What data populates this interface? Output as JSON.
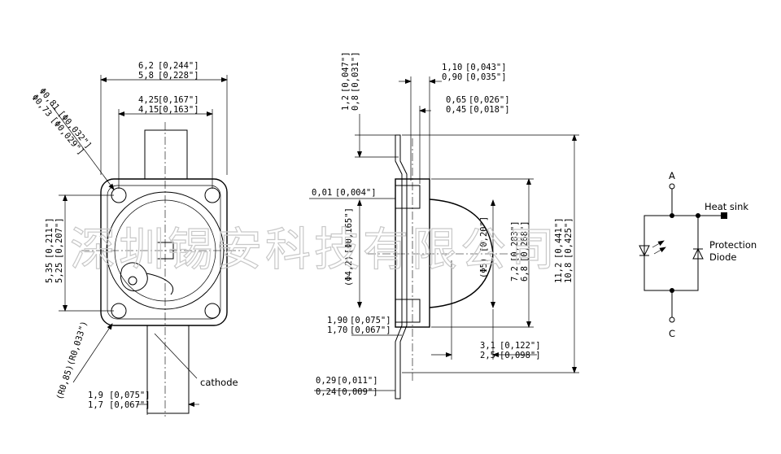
{
  "watermark": "深圳锡安科技有限公司",
  "front_view": {
    "width_outer": [
      "6,2",
      "[0,244\"]",
      "5,8",
      "[0,228\"]"
    ],
    "width_inner": [
      "4,25",
      "[0,167\"]",
      "4,15",
      "[0,163\"]"
    ],
    "hole_dia": [
      "Φ0,81",
      "Φ0,73",
      "[Φ0,032\"]",
      "[Φ0,029\"]"
    ],
    "height": [
      "5,35",
      "[0,211\"]",
      "5,25",
      "[0,207\"]"
    ],
    "radius": "(R0,85)(R0,033\")",
    "lead_width": [
      "1,9",
      "[0,075\"]",
      "1,7",
      "[0,067\"]"
    ],
    "cathode_label": "cathode"
  },
  "side_view": {
    "top_thk": [
      "1,2",
      "[0,047\"]",
      "0,8",
      "[0,031\"]"
    ],
    "flange_w": [
      "1,10",
      "[0,043\"]",
      "0,90",
      "[0,035\"]"
    ],
    "step_w": [
      "0,65",
      "[0,026\"]",
      "0,45",
      "[0,018\"]"
    ],
    "flatness": [
      "0,01",
      "[0,004\"]"
    ],
    "inner_dia": [
      "(Φ4,2)",
      "[Φ0,165\"]"
    ],
    "lens_dia": [
      "(Φ5)",
      "[0,20\"]"
    ],
    "body_h": [
      "7,2",
      "[0,283\"]",
      "6,8",
      "[0,268\"]"
    ],
    "total_h": [
      "11,2",
      "[0,441\"]",
      "10,8",
      "[0,425\"]"
    ],
    "lead_h": [
      "1,90",
      "[0,075\"]",
      "1,70",
      "[0,067\"]"
    ],
    "lens_h": [
      "3,1",
      "[0,122\"]",
      "2,5",
      "[0,098\"]"
    ],
    "lead_thk": [
      "0,29",
      "[0,011\"]",
      "0,24",
      "[0,009\"]"
    ]
  },
  "schematic": {
    "anode": "A",
    "cathode": "C",
    "heat_sink": "Heat sink",
    "protection_1": "Protection",
    "protection_2": "Diode"
  }
}
